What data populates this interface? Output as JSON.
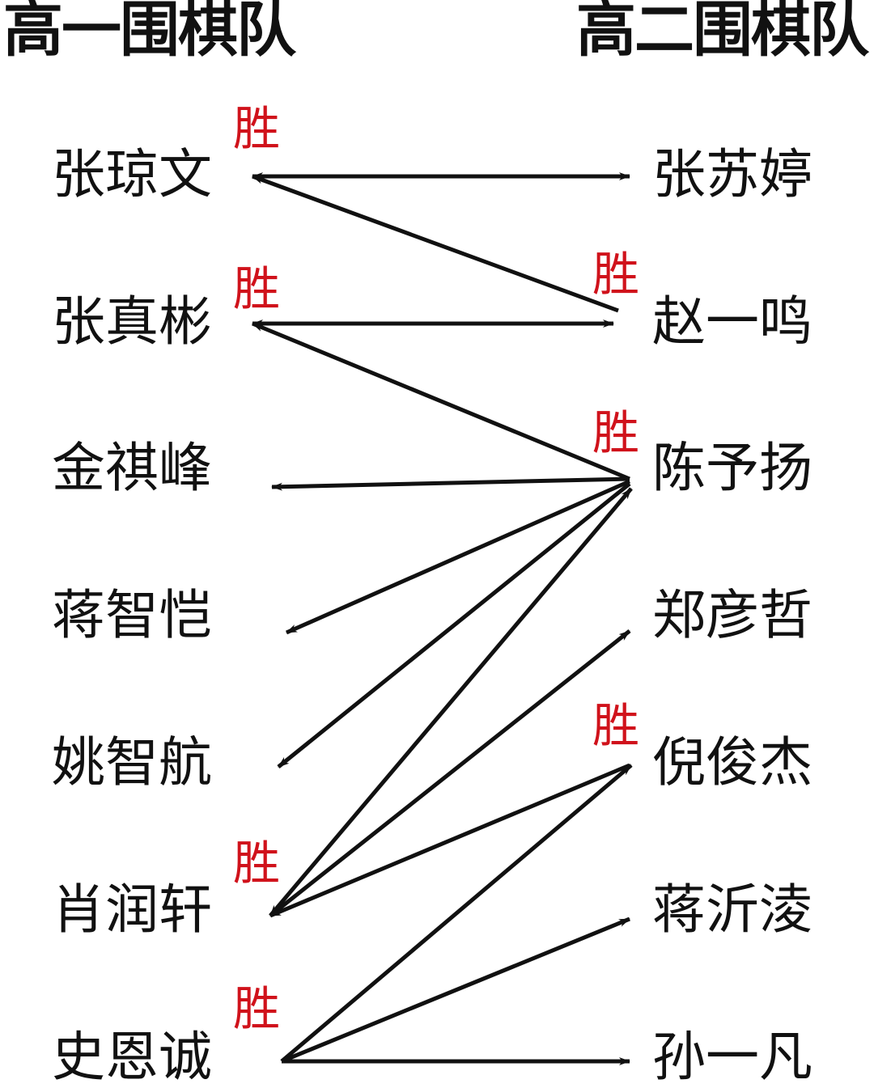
{
  "headers": {
    "left_team": "高一围棋队",
    "right_team": "高二围棋队"
  },
  "win_label": "胜",
  "left_players": [
    "张琼文",
    "张真彬",
    "金祺峰",
    "蒋智恺",
    "姚智航",
    "肖润轩",
    "史恩诚"
  ],
  "right_players": [
    "张苏婷",
    "赵一鸣",
    "陈予扬",
    "郑彦哲",
    "倪俊杰",
    "蒋沂淩",
    "孙一凡"
  ],
  "colors": {
    "win": "#d0121b",
    "arrow": "#111111",
    "text": "#111111"
  },
  "matches": [
    {
      "left": "张琼文",
      "right": "张苏婷",
      "winner": "张琼文"
    },
    {
      "left": "张琼文",
      "right": "赵一鸣",
      "winner": "赵一鸣"
    },
    {
      "left": "张真彬",
      "right": "赵一鸣",
      "winner": "张真彬"
    },
    {
      "left": "张真彬",
      "right": "陈予扬",
      "winner": "陈予扬"
    },
    {
      "left": "金祺峰",
      "right": "陈予扬",
      "winner": "陈予扬"
    },
    {
      "left": "蒋智恺",
      "right": "陈予扬",
      "winner": "陈予扬"
    },
    {
      "left": "姚智航",
      "right": "陈予扬",
      "winner": "陈予扬"
    },
    {
      "left": "肖润轩",
      "right": "陈予扬",
      "winner": "肖润轩"
    },
    {
      "left": "肖润轩",
      "right": "郑彦哲",
      "winner": "肖润轩"
    },
    {
      "left": "肖润轩",
      "right": "倪俊杰",
      "winner": "倪俊杰"
    },
    {
      "left": "史恩诚",
      "right": "倪俊杰",
      "winner": "史恩诚"
    },
    {
      "left": "史恩诚",
      "right": "蒋沂淩",
      "winner": "史恩诚"
    },
    {
      "left": "史恩诚",
      "right": "孙一凡",
      "winner": "史恩诚"
    }
  ]
}
